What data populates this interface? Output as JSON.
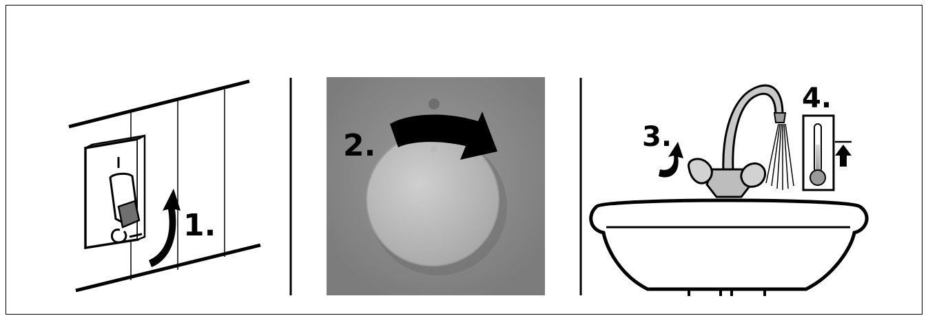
{
  "steps": [
    {
      "label": "1."
    },
    {
      "label": "2."
    },
    {
      "label": "3."
    },
    {
      "label": "4."
    }
  ],
  "panels": [
    {
      "name": "circuit-breaker"
    },
    {
      "name": "thermostat-dial"
    },
    {
      "name": "sink-faucet"
    }
  ],
  "colors": {
    "line": "#000000",
    "dial_panel": "#8e8e8e",
    "dial_knob": "#bdbdbd",
    "indicator_off": "#6e6e6e"
  }
}
